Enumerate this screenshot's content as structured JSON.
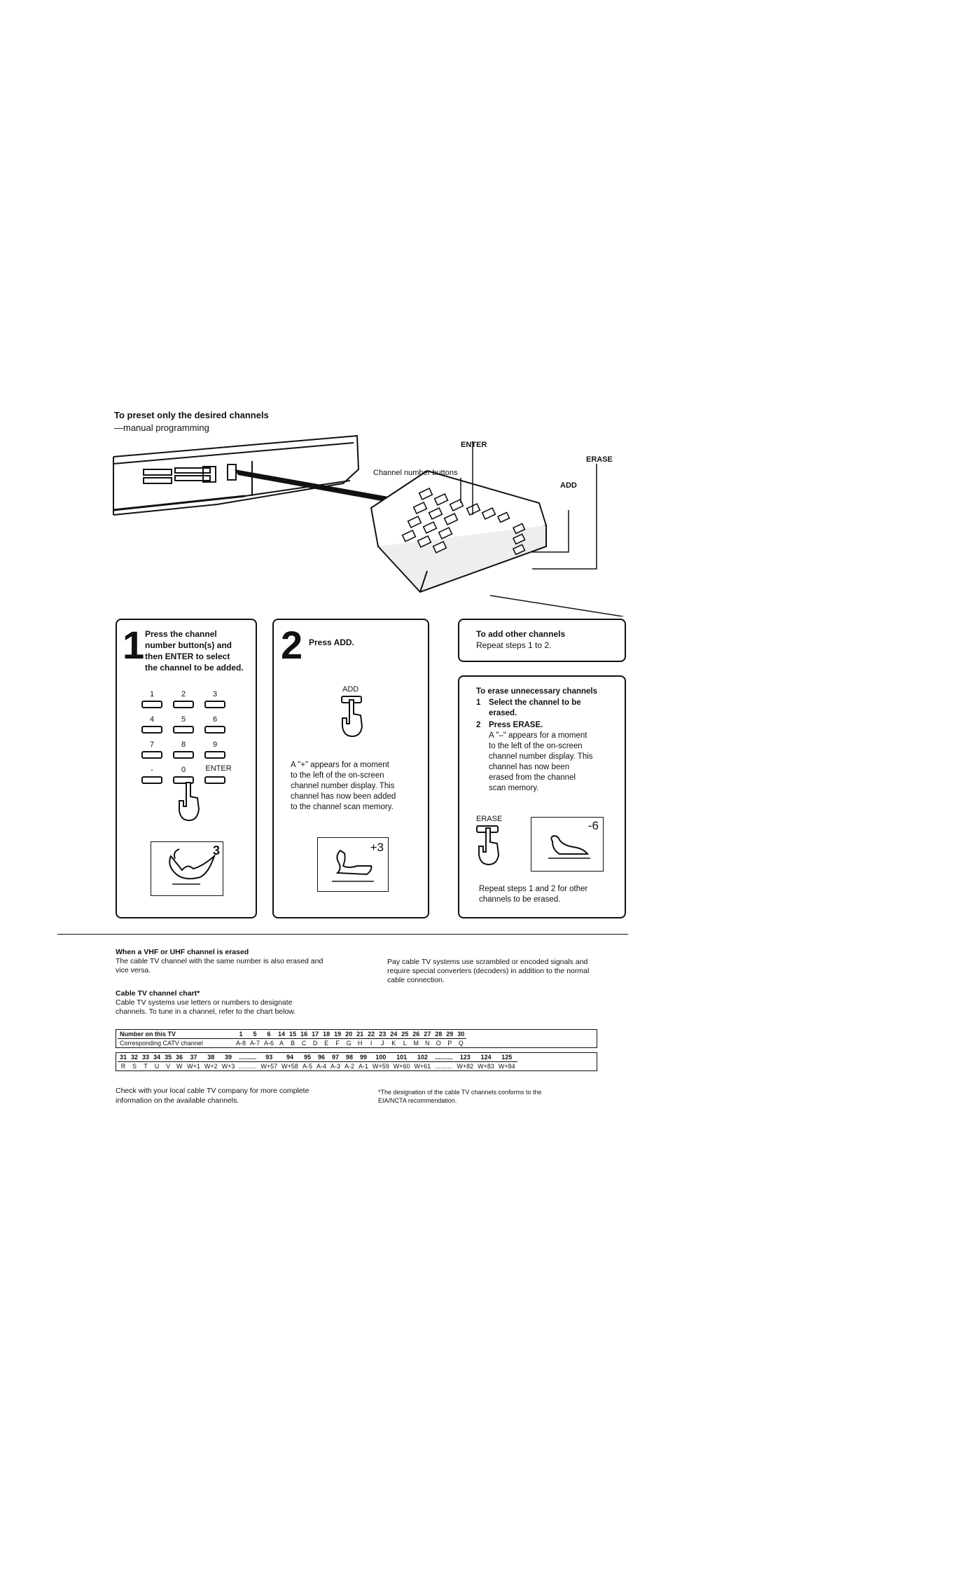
{
  "heading": {
    "title": "To preset only the desired channels",
    "subtitle": "—manual programming"
  },
  "illustration": {
    "enter_label": "ENTER",
    "erase_label": "ERASE",
    "add_label": "ADD",
    "channel_buttons_label": "Channel number buttons"
  },
  "step1": {
    "number": "1",
    "text_lines": [
      "Press the channel",
      "number button(s) and",
      "then ENTER to select",
      "the channel to be added."
    ],
    "keys": [
      "1",
      "2",
      "3",
      "4",
      "5",
      "6",
      "7",
      "8",
      "9",
      "-",
      "0",
      "ENTER"
    ],
    "screen_value": "3"
  },
  "step2": {
    "number": "2",
    "title": "Press ADD.",
    "button_label": "ADD",
    "text_lines": [
      "A \"+\" appears for a moment",
      "to the left of the on-screen",
      "channel number display. This",
      "channel has now been added",
      "to the channel scan memory."
    ],
    "screen_value": "+3"
  },
  "add_other": {
    "title": "To add other channels",
    "text": "Repeat steps 1 to 2."
  },
  "erase": {
    "title": "To erase unnecessary channels",
    "step1_num": "1",
    "step1_lines": [
      "Select the channel to be",
      "erased."
    ],
    "step2_num": "2",
    "step2_title": "Press ERASE.",
    "step2_lines": [
      "A \"–\" appears for a moment",
      "to the left of the on-screen",
      "channel number display. This",
      "channel has now been",
      "erased from the channel",
      "scan memory."
    ],
    "button_label": "ERASE",
    "screen_value": "-6",
    "footer_lines": [
      "Repeat steps 1 and 2 for other",
      "channels to be erased."
    ]
  },
  "notes": {
    "vhf_title": "When a VHF or UHF channel is erased",
    "vhf_lines": [
      "The cable TV channel with the same number is also erased and",
      "vice versa."
    ],
    "pay_lines": [
      "Pay cable TV systems use scrambled or encoded signals and",
      "require special converters (decoders) in addition to the normal",
      "cable connection."
    ],
    "chart_title": "Cable TV channel chart*",
    "chart_lines": [
      "Cable TV systems use letters or numbers to designate",
      "channels. To tune in a channel, refer to the chart below."
    ]
  },
  "chart": {
    "row1_header": "Number on this TV",
    "row1": [
      "1",
      "5",
      "6",
      "14",
      "15",
      "16",
      "17",
      "18",
      "19",
      "20",
      "21",
      "22",
      "23",
      "24",
      "25",
      "26",
      "27",
      "28",
      "29",
      "30"
    ],
    "row2_header": "Corresponding CATV channel",
    "row2": [
      "A-8",
      "A-7",
      "A-6",
      "A",
      "B",
      "C",
      "D",
      "E",
      "F",
      "G",
      "H",
      "I",
      "J",
      "K",
      "L",
      "M",
      "N",
      "O",
      "P",
      "Q"
    ],
    "row3": [
      "31",
      "32",
      "33",
      "34",
      "35",
      "36",
      "37",
      "38",
      "39",
      "..........",
      "93",
      "94",
      "95",
      "96",
      "97",
      "98",
      "99",
      "100",
      "101",
      "102",
      "..........",
      "123",
      "124",
      "125"
    ],
    "row4": [
      "R",
      "S",
      "T",
      "U",
      "V",
      "W",
      "W+1",
      "W+2",
      "W+3",
      "..........",
      "W+57",
      "W+58",
      "A-5",
      "A-4",
      "A-3",
      "A-2",
      "A-1",
      "W+59",
      "W+60",
      "W+61",
      "..........",
      "W+82",
      "W+83",
      "W+84"
    ]
  },
  "footer": {
    "check_lines": [
      "Check with your local cable TV company for more complete",
      "information on the available channels."
    ],
    "footnote_lines": [
      "*The designation of the cable TV channels conforms to the",
      "EIA/NCTA recommendation."
    ]
  }
}
